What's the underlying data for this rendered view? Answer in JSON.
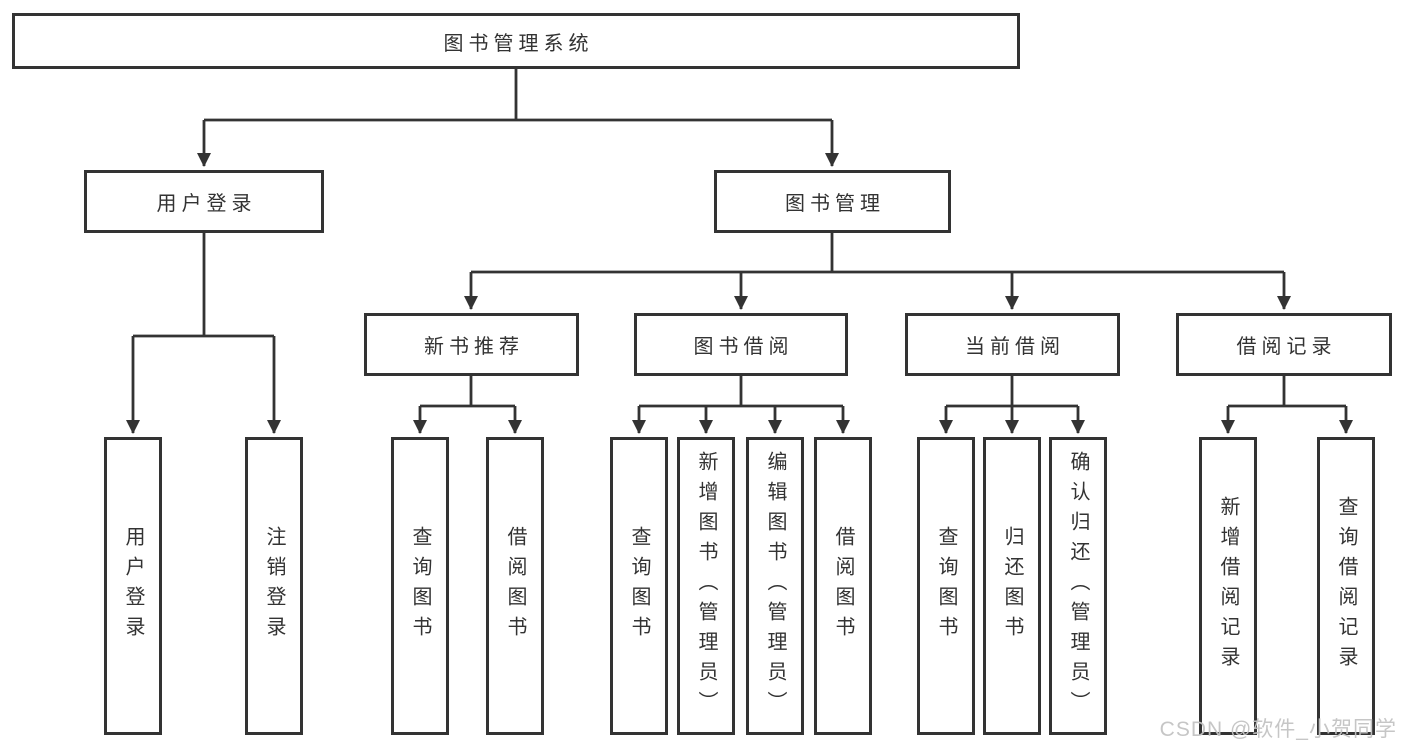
{
  "watermark": {
    "text": "CSDN @软件_小贺同学",
    "color": "#c3c3c3"
  },
  "colors": {
    "line": "#333333",
    "text": "#333333",
    "box_border": "#333333",
    "box_background": "#ffffff",
    "page_background": "#ffffff"
  },
  "diagram": {
    "type": "tree",
    "root": {
      "label": "图书管理系统",
      "children": [
        {
          "label": "用户登录",
          "children": [
            {
              "label": "用户登录"
            },
            {
              "label": "注销登录"
            }
          ]
        },
        {
          "label": "图书管理",
          "children": [
            {
              "label": "新书推荐",
              "children": [
                {
                  "label": "查询图书"
                },
                {
                  "label": "借阅图书"
                }
              ]
            },
            {
              "label": "图书借阅",
              "children": [
                {
                  "label": "查询图书"
                },
                {
                  "label": "新增图书（管理员）"
                },
                {
                  "label": "编辑图书（管理员）"
                },
                {
                  "label": "借阅图书"
                }
              ]
            },
            {
              "label": "当前借阅",
              "children": [
                {
                  "label": "查询图书"
                },
                {
                  "label": "归还图书"
                },
                {
                  "label": "确认归还（管理员）"
                }
              ]
            },
            {
              "label": "借阅记录",
              "children": [
                {
                  "label": "新增借阅记录"
                },
                {
                  "label": "查询借阅记录"
                }
              ]
            }
          ]
        }
      ]
    }
  }
}
